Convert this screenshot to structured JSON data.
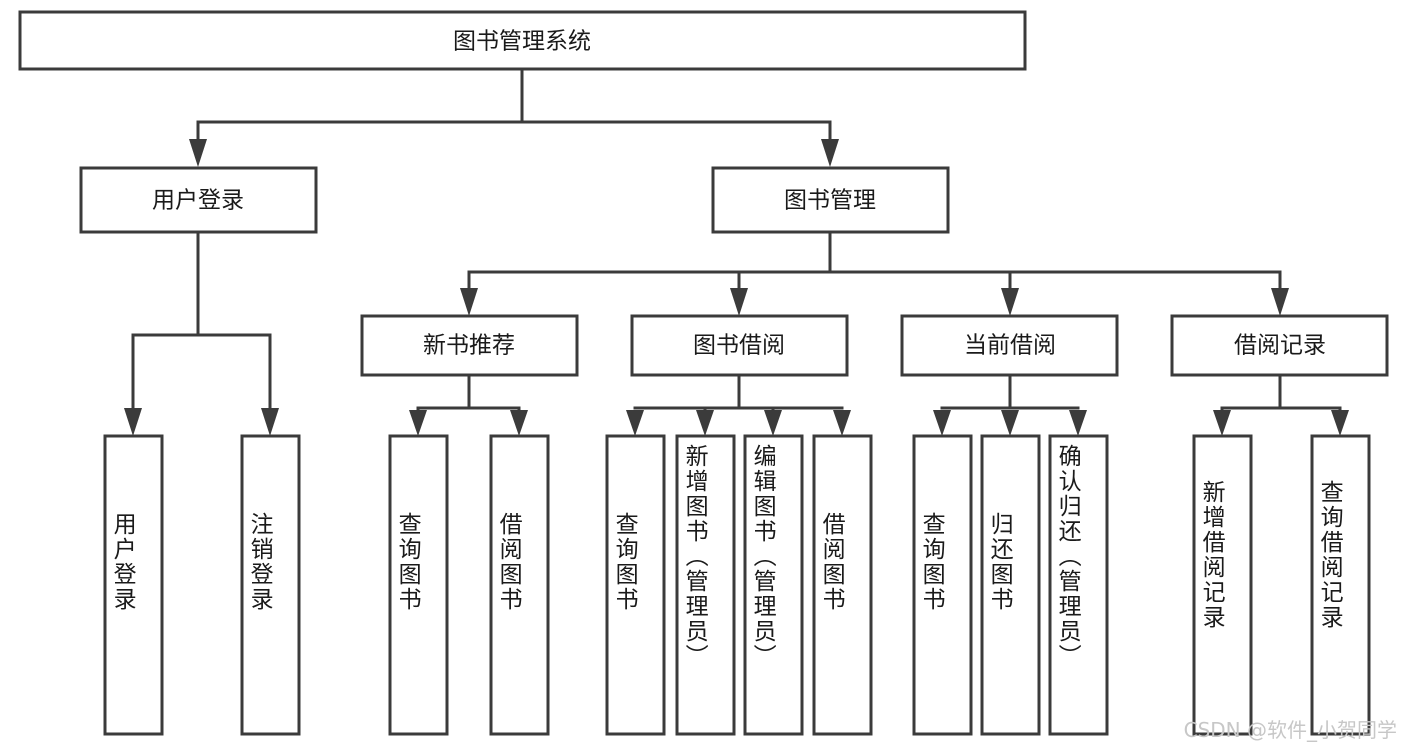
{
  "diagram": {
    "type": "tree",
    "title_node": {
      "label": "图书管理系统",
      "level": 1
    },
    "level2": [
      {
        "id": "user-login",
        "label": "用户登录"
      },
      {
        "id": "book-manage",
        "label": "图书管理"
      }
    ],
    "level3": [
      {
        "id": "new-book-recommend",
        "label": "新书推荐",
        "parent": "book-manage"
      },
      {
        "id": "book-borrow",
        "label": "图书借阅",
        "parent": "book-manage"
      },
      {
        "id": "current-borrow",
        "label": "当前借阅",
        "parent": "book-manage"
      },
      {
        "id": "borrow-record",
        "label": "借阅记录",
        "parent": "book-manage"
      }
    ],
    "leaves": [
      {
        "id": "leaf-user-login",
        "label": "用户登录",
        "parent": "user-login"
      },
      {
        "id": "leaf-logout-login",
        "label": "注销登录",
        "parent": "user-login"
      },
      {
        "id": "leaf-query-book-1",
        "label": "查询图书",
        "parent": "new-book-recommend"
      },
      {
        "id": "leaf-borrow-book-1",
        "label": "借阅图书",
        "parent": "new-book-recommend"
      },
      {
        "id": "leaf-query-book-2",
        "label": "查询图书",
        "parent": "book-borrow"
      },
      {
        "id": "leaf-add-book",
        "label": "新增图书（管理员）",
        "parent": "book-borrow"
      },
      {
        "id": "leaf-edit-book",
        "label": "编辑图书（管理员）",
        "parent": "book-borrow"
      },
      {
        "id": "leaf-borrow-book-2",
        "label": "借阅图书",
        "parent": "book-borrow"
      },
      {
        "id": "leaf-query-book-3",
        "label": "查询图书",
        "parent": "current-borrow"
      },
      {
        "id": "leaf-return-book",
        "label": "归还图书",
        "parent": "current-borrow"
      },
      {
        "id": "leaf-confirm-return",
        "label": "确认归还（管理员）",
        "parent": "current-borrow"
      },
      {
        "id": "leaf-add-record",
        "label": "新增借阅记录",
        "parent": "borrow-record"
      },
      {
        "id": "leaf-query-record",
        "label": "查询借阅记录",
        "parent": "borrow-record"
      }
    ],
    "colors": {
      "stroke": "#3b3b3b",
      "fill": "#ffffff",
      "text": "#1a1a1a",
      "watermark": "#c7c7c7"
    }
  },
  "watermark": {
    "text": "CSDN @软件_小贺同学"
  }
}
